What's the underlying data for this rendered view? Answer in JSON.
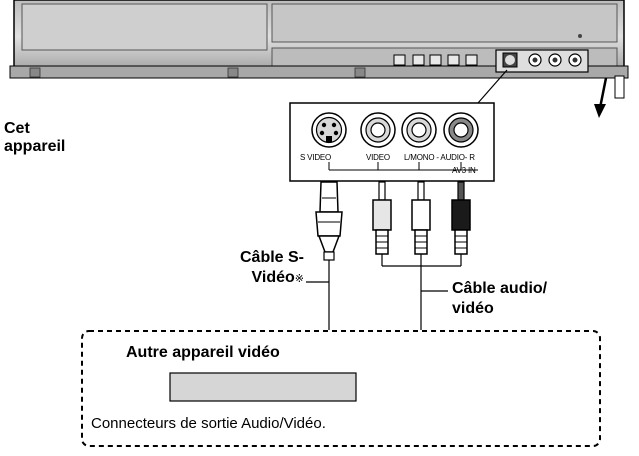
{
  "device_label_line1": "Cet",
  "device_label_line2": "appareil",
  "panel": {
    "svideo": "S VIDEO",
    "video": "VIDEO",
    "audio": "L/MONO - AUDIO- R",
    "input_name": "AV3 IN"
  },
  "svideo_cable_line1": "Câble S-",
  "svideo_cable_line2": "Vidéo",
  "svideo_cable_note": "※",
  "av_cable_line1": "Câble audio/",
  "av_cable_line2": "vidéo",
  "other_device_title": "Autre appareil vidéo",
  "outputs_label": "Connecteurs de sortie Audio/Vidéo.",
  "colors": {
    "line": "#000000",
    "device_body": "#d4d4d4",
    "box_fill": "#d6d6d6",
    "red_plug": "#9a9a9a",
    "black_plug": "#1a1a1a"
  }
}
